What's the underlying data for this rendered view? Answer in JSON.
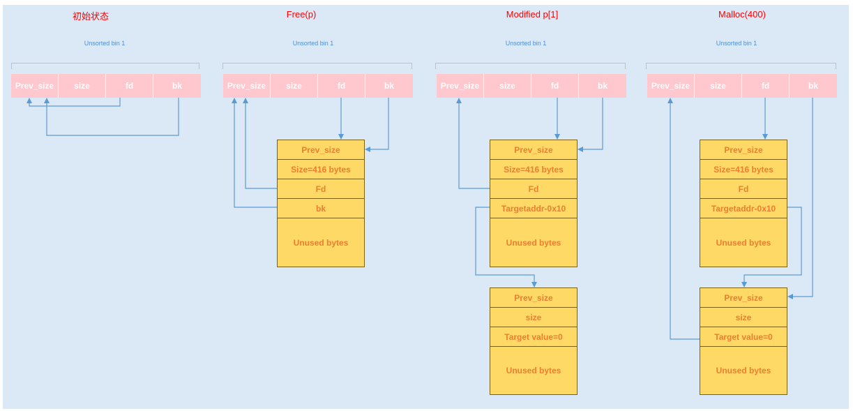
{
  "panels": [
    {
      "title": "初始状态",
      "bin_label": "Unsorted bin 1",
      "fields": [
        "Prev_size",
        "size",
        "fd",
        "bk"
      ]
    },
    {
      "title": "Free(p)",
      "bin_label": "Unsorted bin 1",
      "fields": [
        "Prev_size",
        "size",
        "fd",
        "bk"
      ]
    },
    {
      "title": "Modified p[1]",
      "bin_label": "Unsorted bin 1",
      "fields": [
        "Prev_size",
        "size",
        "fd",
        "bk"
      ]
    },
    {
      "title": "Malloc(400)",
      "bin_label": "Unsorted bin 1",
      "fields": [
        "Prev_size",
        "size",
        "fd",
        "bk"
      ]
    }
  ],
  "chunks": {
    "free_chunk": [
      "Prev_size",
      "Size=416 bytes",
      "Fd",
      "bk",
      "Unused bytes"
    ],
    "modified_chunk": [
      "Prev_size",
      "Size=416 bytes",
      "Fd",
      "Targetaddr-0x10",
      "Unused bytes"
    ],
    "modified_target": [
      "Prev_size",
      "size",
      "Target value=0",
      "Unused bytes"
    ],
    "malloc_chunk": [
      "Prev_size",
      "Size=416 bytes",
      "Fd",
      "Targetaddr-0x10",
      "Unused bytes"
    ],
    "malloc_target": [
      "Prev_size",
      "size",
      "Target value=0",
      "Unused bytes"
    ]
  },
  "colors": {
    "background": "#dbe8f5",
    "title": "#ff0000",
    "bin_label": "#4a90d9",
    "bin_cell": "#ffc7ce",
    "chunk_fill": "#ffd966",
    "chunk_text": "#ed7d31",
    "arrow": "#5b9bd5"
  }
}
